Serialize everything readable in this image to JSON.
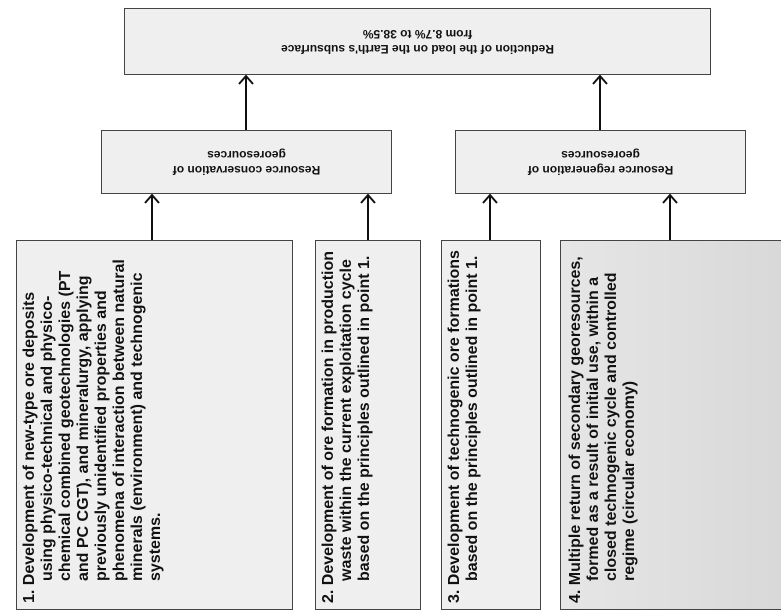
{
  "top_box": {
    "line1": "Reduction of the load on the Earth's subsurface",
    "line2": "from 8.7% to 38.5%"
  },
  "middle_boxes": [
    {
      "line1": "Resource conservation of",
      "line2": "georesources"
    },
    {
      "line1": "Resource regeneration of",
      "line2": "georesources"
    }
  ],
  "bottom_boxes": [
    {
      "text": "1. Development of new-type ore deposits using physico-technical and physico-chemical combined geotechnologies (PT and PC CGT), and mineralurgy, applying previously unidentified properties and phenomena of interaction between natural minerals (environment) and technogenic systems."
    },
    {
      "text": "2. Development of ore formation in production waste within the current exploitation cycle based on the principles outlined in point 1."
    },
    {
      "text": "3. Development of technogenic ore formations based on the principles outlined in point 1."
    },
    {
      "text": "4. Multiple return of secondary georesources, formed as a result of initial use, within a closed technogenic cycle and controlled regime (circular economy)"
    }
  ]
}
